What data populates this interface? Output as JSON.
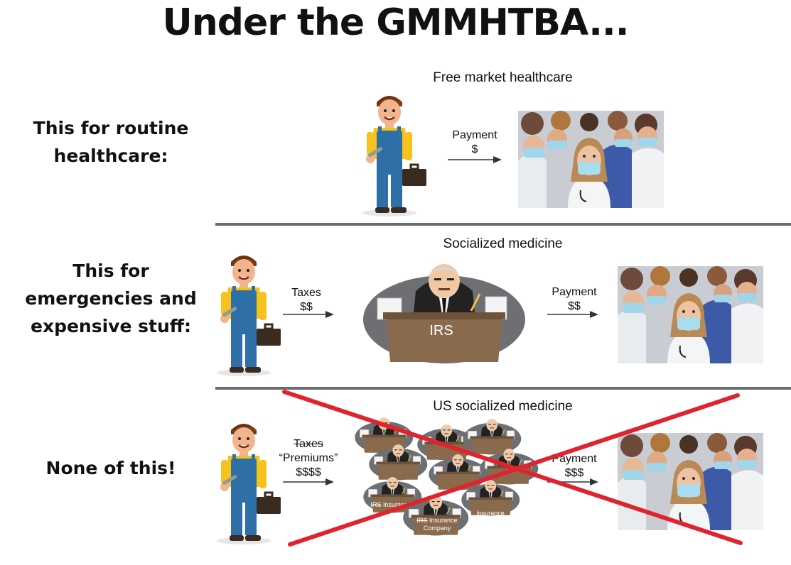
{
  "title": "Under the GMMHTBA...",
  "rows": [
    {
      "label_lines": [
        "This for routine",
        "healthcare:"
      ],
      "heading": "Free market healthcare",
      "payment_label": "Payment",
      "payment_amount": "$"
    },
    {
      "label_lines": [
        "This for",
        "emergencies and",
        "expensive stuff:"
      ],
      "heading": "Socialized medicine",
      "taxes_label": "Taxes",
      "taxes_amount": "$$",
      "irs_label": "IRS",
      "payment_label": "Payment",
      "payment_amount": "$$"
    },
    {
      "label_lines": [
        "None of this!"
      ],
      "heading": "US socialized medicine",
      "taxes_label": "Taxes",
      "premiums_label": "“Premiums”",
      "amount": "$$$$",
      "payment_label": "Payment",
      "payment_amount": "$$$",
      "stack_label_irs": "IRS",
      "stack_label_insurance": "Insurance",
      "stack_label_company": "Company"
    }
  ],
  "colors": {
    "cross": "#e0232d",
    "divider": "#6b6b6b",
    "overalls": "#2d6fa6",
    "shirt": "#f6c21b",
    "desk": "#8a6a4c"
  },
  "icons": [
    "worker-figure",
    "doctors-photo",
    "irs-desk-figure",
    "arrow-right-icon",
    "red-x-cross"
  ]
}
